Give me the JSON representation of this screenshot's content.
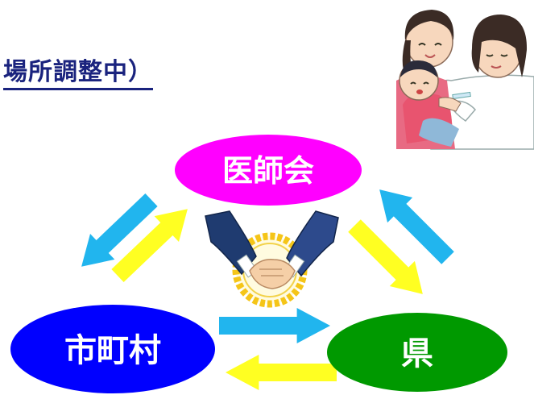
{
  "heading": {
    "text": "場所調整中）"
  },
  "nodes": {
    "doctors": {
      "label": "医師会",
      "color": "#ff00ff"
    },
    "municipality": {
      "label": "市町村",
      "color": "#0000ff"
    },
    "prefecture": {
      "label": "県",
      "color": "#009900"
    }
  },
  "colors": {
    "arrow_blue": "#21b5ee",
    "arrow_yellow": "#ffff22",
    "title": "#1a237e"
  },
  "illustrations": {
    "vaccination": "mother-holding-child-receiving-injection-from-nurse",
    "handshake": "handshake-with-wreath"
  }
}
